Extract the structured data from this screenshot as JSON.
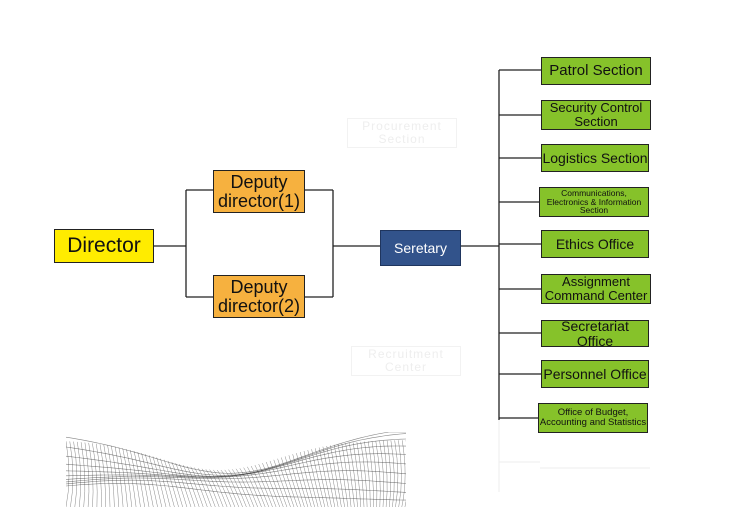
{
  "chart": {
    "root": "Director",
    "deputies": [
      "Deputy director(1)",
      "Deputy director(2)"
    ],
    "secretary": "Seretary",
    "sections": [
      "Patrol Section",
      "Security Control Section",
      "Logistics Section",
      "Communications, Electronics & Information Section",
      "Ethics Office",
      "Assignment Command Center",
      "Secretariat Office",
      "Personnel Office",
      "Office of Budget, Accounting and Statistics"
    ],
    "faded": [
      "Procurement Section",
      "Recruitment Center"
    ]
  },
  "colors": {
    "director": "#ffec00",
    "deputy": "#f6b13f",
    "secretary": "#32538b",
    "section": "#86c22a"
  }
}
